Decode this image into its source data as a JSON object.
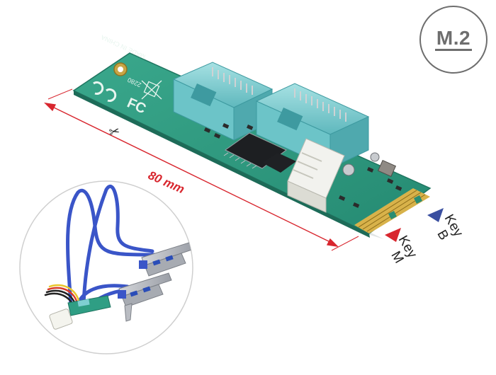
{
  "badge": {
    "text": "M.2"
  },
  "dimension": {
    "label": "80 mm",
    "icon": "scissors-icon"
  },
  "keys": [
    {
      "line1": "Key",
      "line2": "M",
      "color": "#d8262e"
    },
    {
      "line1": "Key",
      "line2": "B",
      "color": "#3a4fa0"
    }
  ],
  "board": {
    "text_made_in": "MADE IN CHINA",
    "text_size": "2280",
    "pcb_color": "#2f9e84",
    "connector_color": "#7fcfd2"
  },
  "colors": {
    "dimension_line": "#d8262e",
    "cable": "#3a55c8",
    "bracket": "#b9bcc2"
  }
}
